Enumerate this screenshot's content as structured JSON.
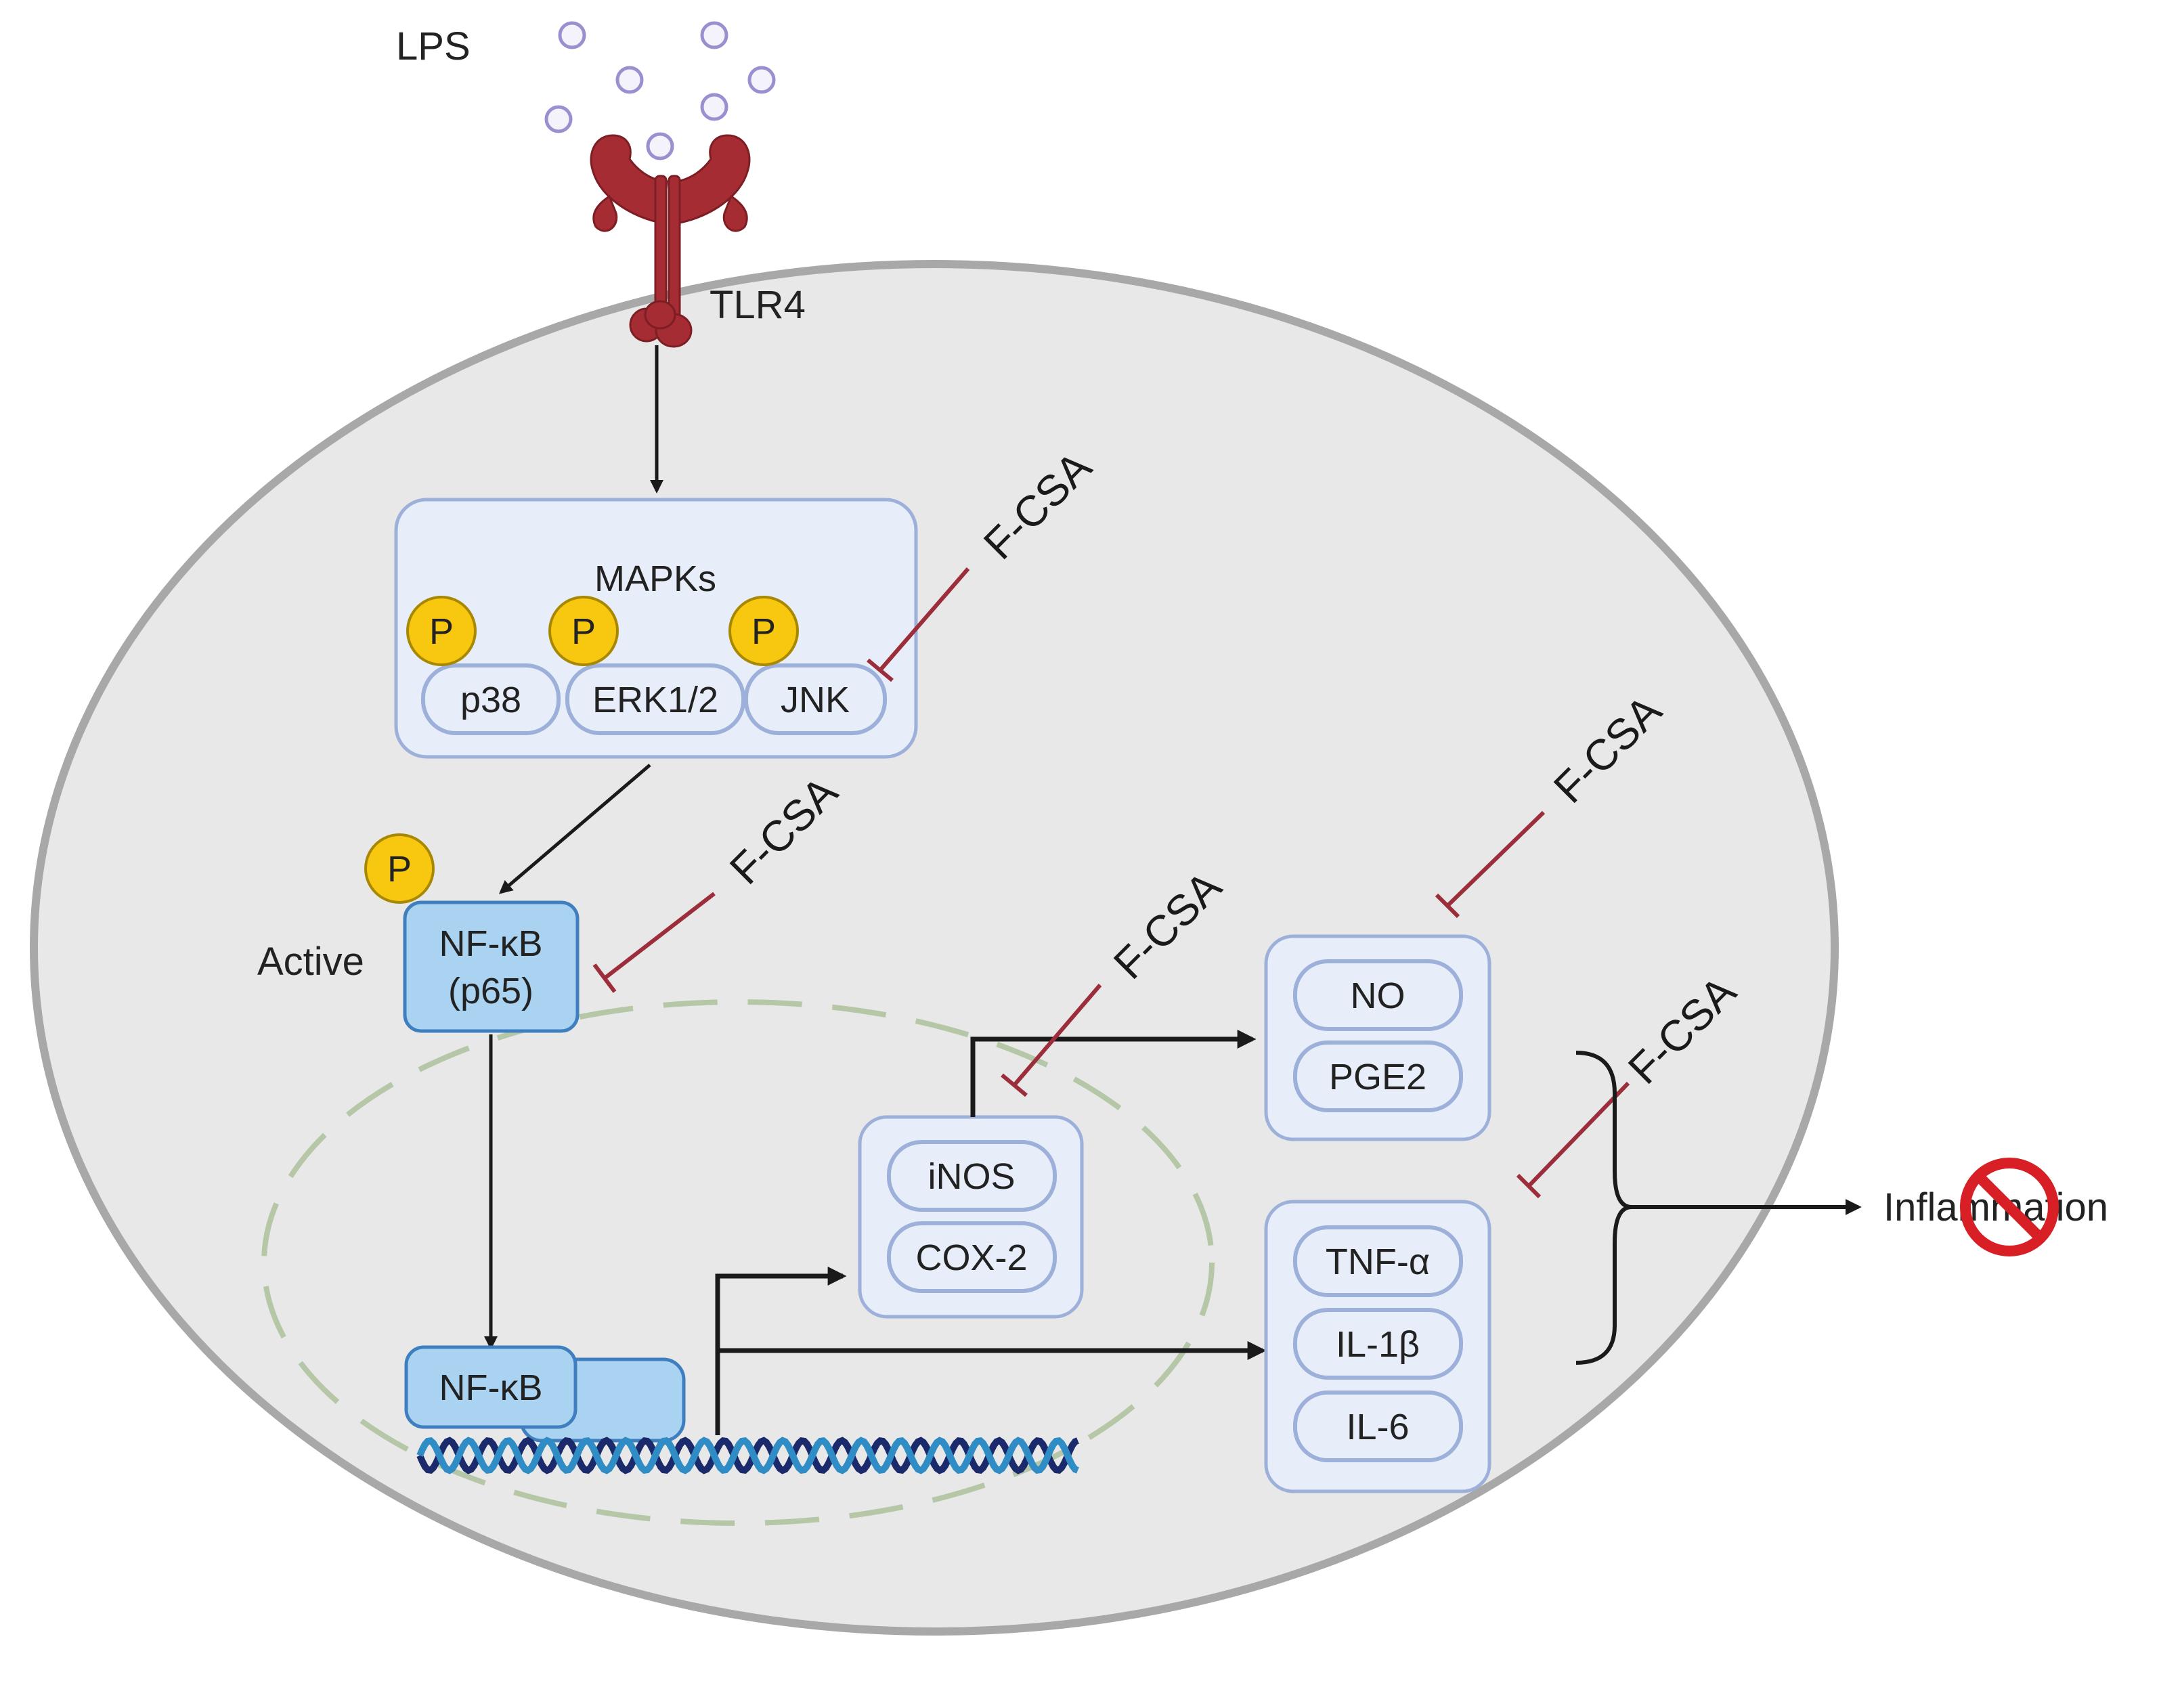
{
  "ligand": {
    "label": "LPS"
  },
  "receptor": {
    "label": "TLR4"
  },
  "mapks": {
    "title": "MAPKs",
    "kinases": [
      "p38",
      "ERK1/2",
      "JNK"
    ],
    "phospho_label": "P"
  },
  "nfkb_cytoplasm": {
    "line1": "NF-κB",
    "line2": "(p65)",
    "state_label": "Active",
    "phospho_label": "P"
  },
  "nfkb_nucleus": {
    "label": "NF-κB"
  },
  "enzymes": [
    "iNOS",
    "COX-2"
  ],
  "mediators": [
    "NO",
    "PGE2"
  ],
  "cytokines": [
    "TNF-α",
    "IL-1β",
    "IL-6"
  ],
  "outcome": {
    "label": "Inflammation",
    "blocked_icon": "prohibited-icon"
  },
  "inhibitor": {
    "label": "F-CSA"
  },
  "colors": {
    "cell_fill": "#e8e8e8",
    "cell_border": "#a8a8a8",
    "box_fill": "#e7edf9",
    "box_border": "#9db0d9",
    "nfkb_fill": "#a9d3f0",
    "nfkb_border": "#3f7fc0",
    "phospho_fill": "#f7c80f",
    "inhibit_line": "#9b2e3a",
    "receptor": "#a62c34",
    "ligand": "#9b8fcf",
    "nucleus_border": "#b6c7a8",
    "dna_dark": "#1b2a6b",
    "dna_light": "#2f8cc4",
    "prohibit": "#d81f26"
  }
}
